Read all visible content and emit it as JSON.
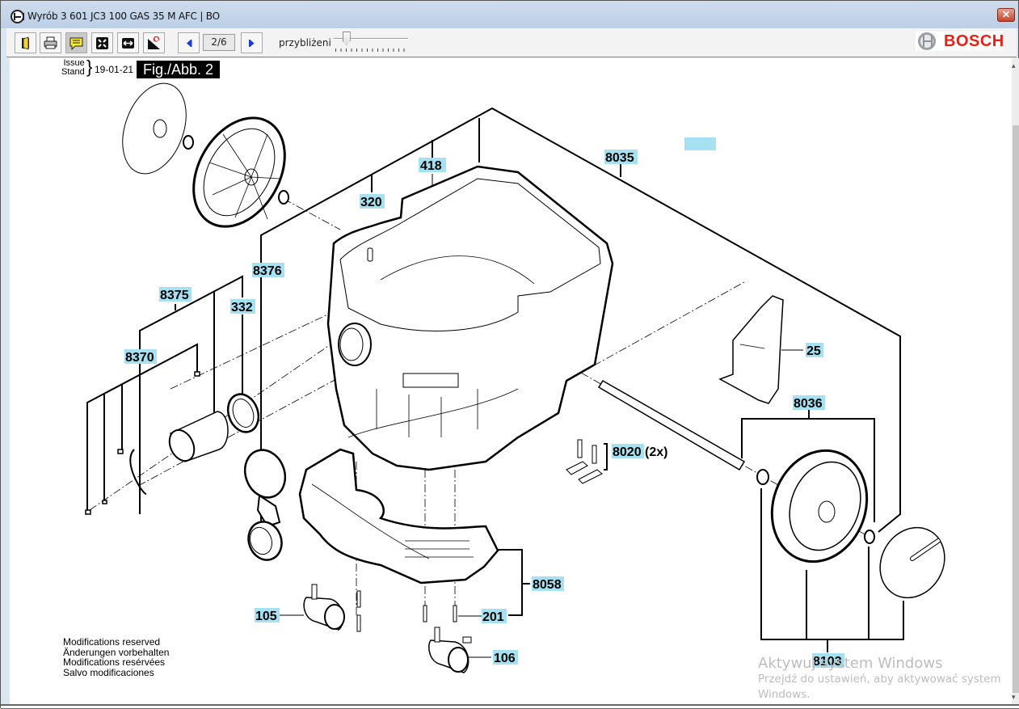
{
  "window": {
    "title": "Wyrób 3 601 JC3 100    GAS 35 M AFC | BO",
    "close_label": "✕"
  },
  "toolbar": {
    "buttons": [
      {
        "name": "exit",
        "icon": "exit-door-icon"
      },
      {
        "name": "print",
        "icon": "printer-icon"
      },
      {
        "name": "comment",
        "icon": "speech-bubble-icon",
        "active": true
      },
      {
        "name": "fit-page",
        "icon": "fit-page-icon"
      },
      {
        "name": "fit-width",
        "icon": "fit-width-icon"
      },
      {
        "name": "zoom-area",
        "icon": "zoom-area-icon"
      },
      {
        "name": "prev-page",
        "icon": "previous-page-icon"
      },
      {
        "name": "next-page",
        "icon": "next-page-icon"
      }
    ],
    "page_indicator": "2/6",
    "current_page": 2,
    "total_pages": 6,
    "zoom_label": "przybliżeni",
    "zoom_slider_value": 0.15,
    "brand": "BOSCH"
  },
  "document": {
    "issue_label": "Issue",
    "stand_label": "Stand",
    "issue_date": "19-01-21",
    "figure_label": "Fig./Abb. 2",
    "notes": [
      "Modifications reserved",
      "Änderungen vorbehalten",
      "Modifications resérvées",
      "Salvo modificaciones"
    ],
    "parts": [
      {
        "id": "418",
        "label": "418"
      },
      {
        "id": "8035",
        "label": "8035"
      },
      {
        "id": "320",
        "label": "320"
      },
      {
        "id": "8376",
        "label": "8376"
      },
      {
        "id": "8375",
        "label": "8375"
      },
      {
        "id": "332",
        "label": "332"
      },
      {
        "id": "8370",
        "label": "8370"
      },
      {
        "id": "25",
        "label": "25"
      },
      {
        "id": "8036",
        "label": "8036"
      },
      {
        "id": "8020",
        "label": "8020",
        "qty": "(2x)"
      },
      {
        "id": "8058",
        "label": "8058"
      },
      {
        "id": "105",
        "label": "105"
      },
      {
        "id": "201",
        "label": "201"
      },
      {
        "id": "106",
        "label": "106"
      },
      {
        "id": "8103",
        "label": "8103"
      }
    ]
  },
  "activation_notice": {
    "heading": "Aktywuj system Windows",
    "line1": "Przejdź do ustawień, aby aktywować system",
    "line2": "Windows."
  },
  "colors": {
    "callout_highlight": "#a5e1f1",
    "brand_red": "#e2231a"
  }
}
